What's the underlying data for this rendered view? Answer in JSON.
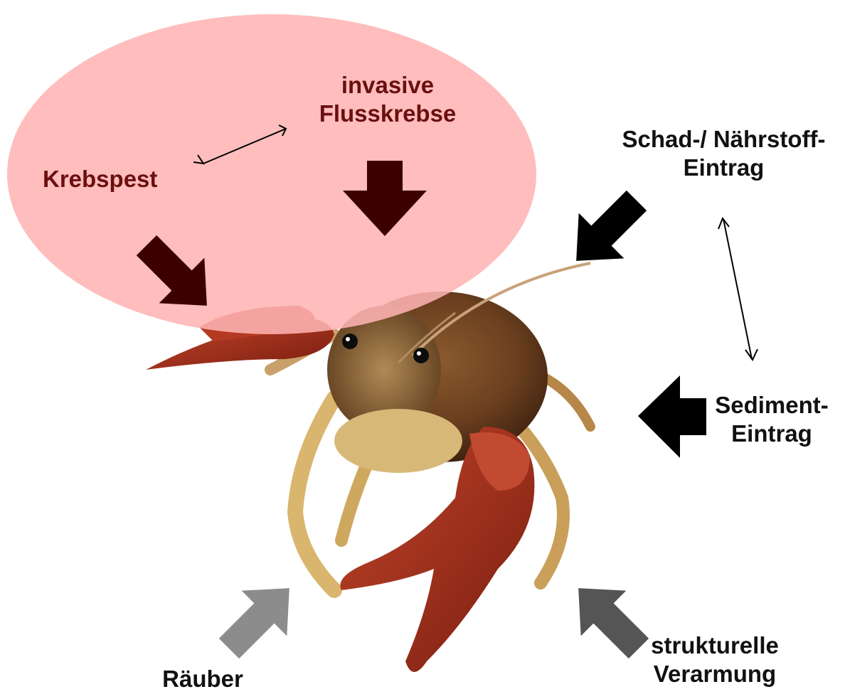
{
  "colors": {
    "highlight_ellipse": "#ffbfbf",
    "arrow_black": "#000000",
    "arrow_darkred": "#3d0000",
    "arrow_lightgray": "#8c8c8c",
    "arrow_darkgray": "#555555",
    "label_red": "#6b0f0f",
    "label_dark": "#111111"
  },
  "labels": {
    "invasive_line1": "invasive",
    "invasive_line2": "Flusskrebse",
    "krebspest": "Krebspest",
    "schad_line1": "Schad-/ Nährstoff-",
    "schad_line2": "Eintrag",
    "sediment_line1": "Sediment-",
    "sediment_line2": "Eintrag",
    "raeuber": "Räuber",
    "strukturelle_line1": "strukturelle",
    "strukturelle_line2": "Verarmung"
  },
  "center_image": {
    "subject": "crayfish-photo"
  }
}
